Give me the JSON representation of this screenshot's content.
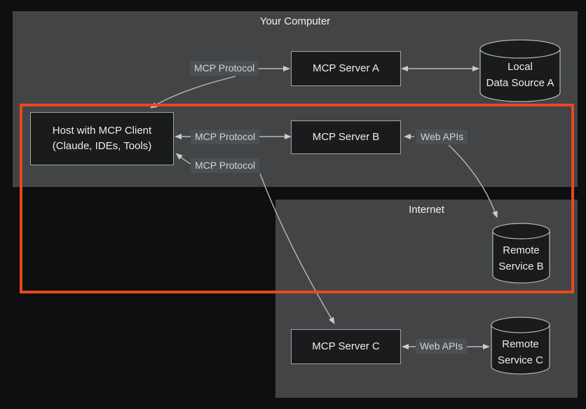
{
  "colors": {
    "background": "#0e0f10",
    "container_fill": "#424446",
    "node_fill": "#191b1c",
    "node_border": "#a2a5a7",
    "edge_line": "#b7babc",
    "edge_label_bg": "#4c4f51",
    "edge_label_text": "#d2d5d6",
    "node_text": "#eceeef",
    "highlight_border": "#e8491c"
  },
  "containers": {
    "your_computer": {
      "title": "Your Computer"
    },
    "internet": {
      "title": "Internet"
    }
  },
  "nodes": {
    "host": {
      "line1": "Host with MCP Client",
      "line2": "(Claude, IDEs, Tools)"
    },
    "server_a": {
      "label": "MCP Server A"
    },
    "server_b": {
      "label": "MCP Server B"
    },
    "server_c": {
      "label": "MCP Server C"
    },
    "local_data_source_a": {
      "line1": "Local",
      "line2": "Data Source A"
    },
    "remote_service_b": {
      "line1": "Remote",
      "line2": "Service B"
    },
    "remote_service_c": {
      "line1": "Remote",
      "line2": "Service C"
    }
  },
  "edge_labels": {
    "mcp_protocol_a": "MCP Protocol",
    "mcp_protocol_b": "MCP Protocol",
    "mcp_protocol_c": "MCP Protocol",
    "web_apis_b": "Web APIs",
    "web_apis_c": "Web APIs"
  }
}
